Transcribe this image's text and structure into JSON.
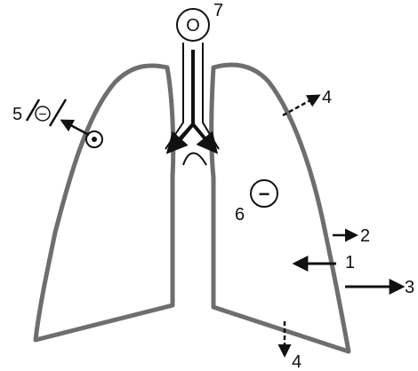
{
  "colors": {
    "lung_outline": "#6e6e6e",
    "lung_fill": "#ffffff",
    "ink": "#111111"
  },
  "labels": {
    "l1": "1",
    "l2": "2",
    "l3": "3",
    "l4_upper": "4",
    "l4_lower": "4",
    "l5": "5",
    "l6": "6",
    "l7": "7"
  },
  "symbols": {
    "neg_sign_right": "−",
    "neg_sign_left": "−",
    "trachea_circle": "O"
  }
}
